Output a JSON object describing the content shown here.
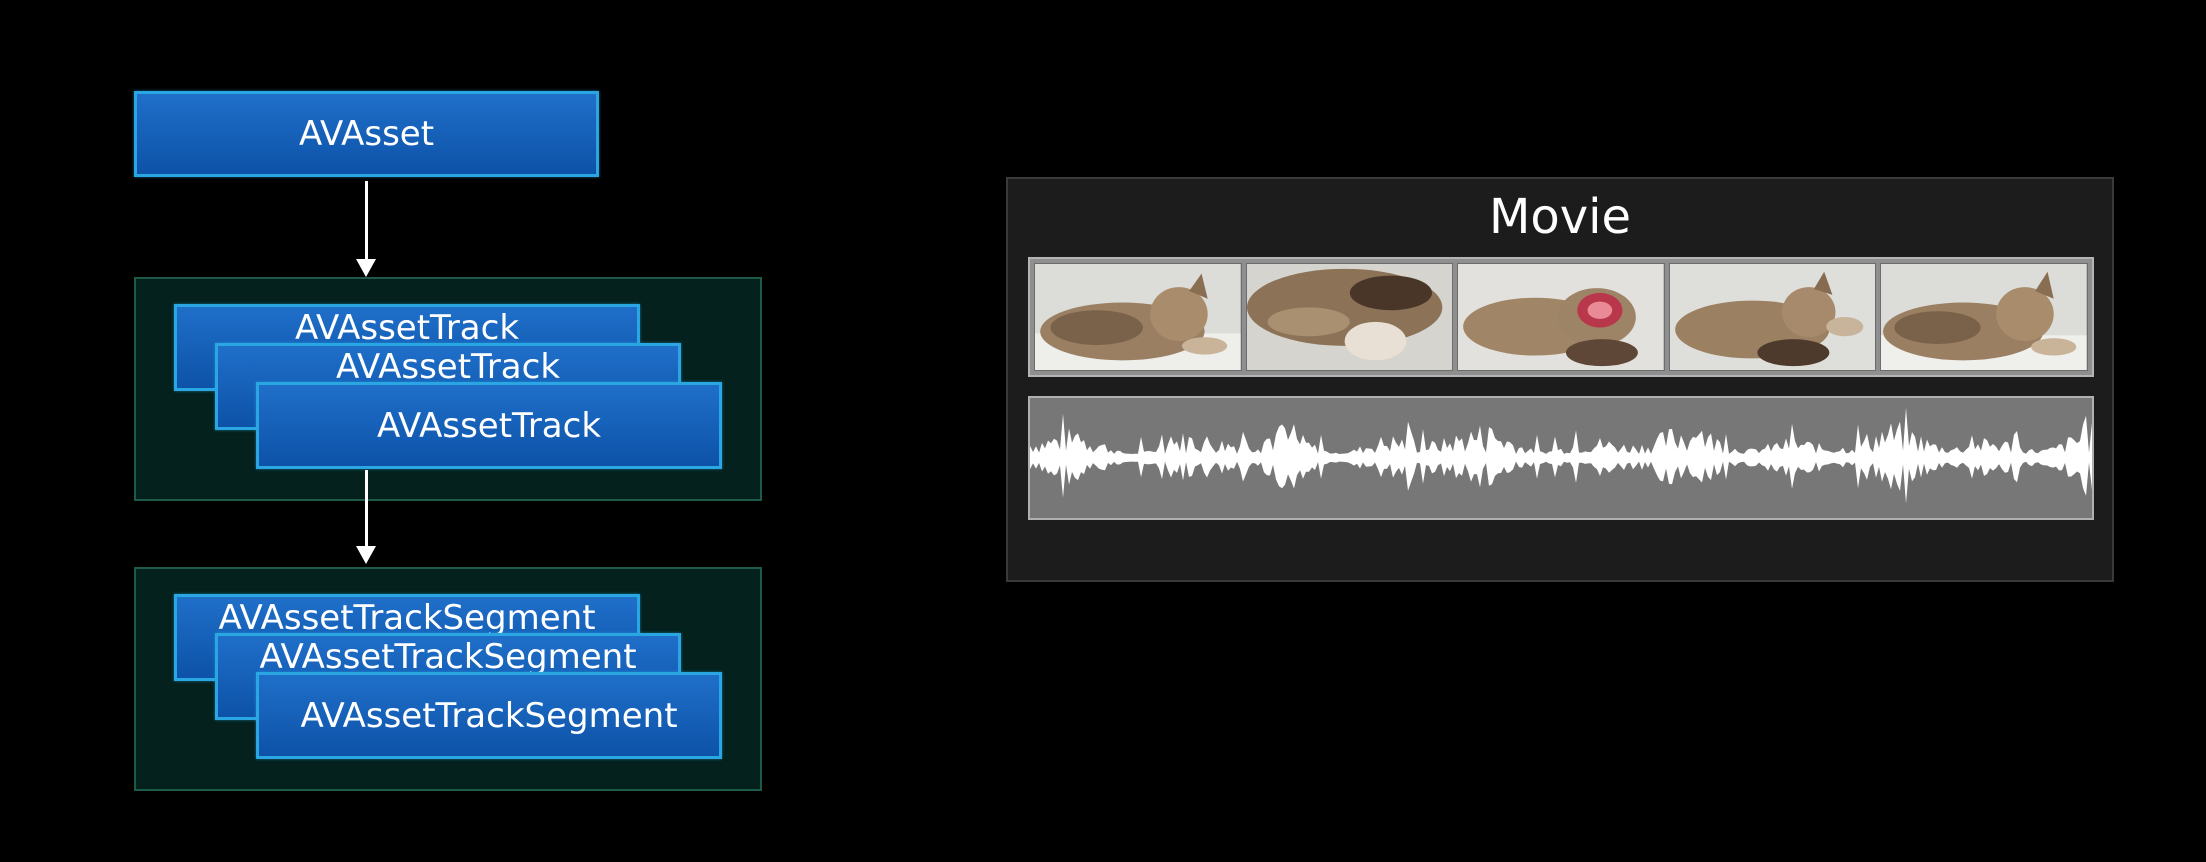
{
  "diagram": {
    "asset": {
      "label": "AVAsset"
    },
    "tracks": {
      "labels": [
        "AVAssetTrack",
        "AVAssetTrack",
        "AVAssetTrack"
      ]
    },
    "segments": {
      "labels": [
        "AVAssetTrackSegment",
        "AVAssetTrackSegment",
        "AVAssetTrackSegment"
      ]
    }
  },
  "movie": {
    "title": "Movie",
    "frames": [
      "cat-frame-1",
      "cat-frame-2",
      "cat-frame-3",
      "cat-frame-4",
      "cat-frame-5"
    ],
    "audio": "audio-waveform"
  }
}
